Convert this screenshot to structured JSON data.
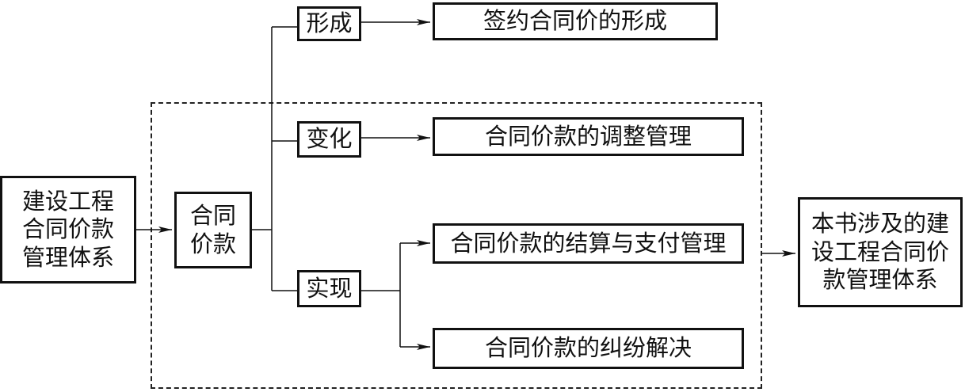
{
  "diagram": {
    "source_box": [
      "建设工程",
      "合同价款",
      "管理体系"
    ],
    "hub_box": [
      "合同",
      "价款"
    ],
    "stages": {
      "formation": "形成",
      "change": "变化",
      "realization": "实现"
    },
    "outcomes": {
      "signed_price_formation": "签约合同价的形成",
      "adjustment_management": "合同价款的调整管理",
      "settlement_payment_management": "合同价款的结算与支付管理",
      "dispute_resolution": "合同价款的纠纷解决"
    },
    "result_box": [
      "本书涉及的建",
      "设工程合同价",
      "款管理体系"
    ]
  },
  "colors": {
    "line": "#111111",
    "dashed_border": "#222222",
    "background": "#ffffff"
  }
}
